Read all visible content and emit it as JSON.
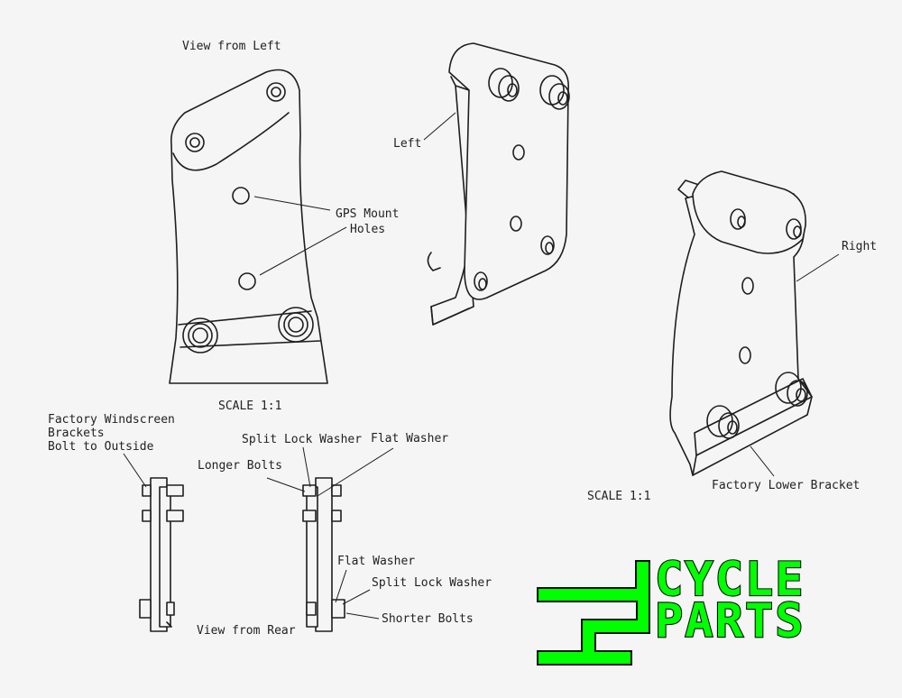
{
  "labels": {
    "view_from_left": "View from Left",
    "gps_mount_1": "GPS Mount",
    "gps_mount_2": "Holes",
    "scale_left": "SCALE 1:1",
    "left": "Left",
    "right": "Right",
    "factory_lower_bracket": "Factory Lower Bracket",
    "scale_right": "SCALE 1:1",
    "factory_windscreen_1": "Factory Windscreen",
    "factory_windscreen_2": "Brackets",
    "factory_windscreen_3": "Bolt to Outside",
    "split_lock_washer_top": "Split Lock Washer",
    "flat_washer_top": "Flat Washer",
    "longer_bolts": "Longer Bolts",
    "flat_washer_bottom": "Flat Washer",
    "split_lock_washer_bottom": "Split Lock Washer",
    "shorter_bolts": "Shorter Bolts",
    "view_from_rear": "View from Rear"
  },
  "logo": {
    "line1": "CYCLE",
    "line2": "PARTS",
    "color": "#00ff00"
  }
}
